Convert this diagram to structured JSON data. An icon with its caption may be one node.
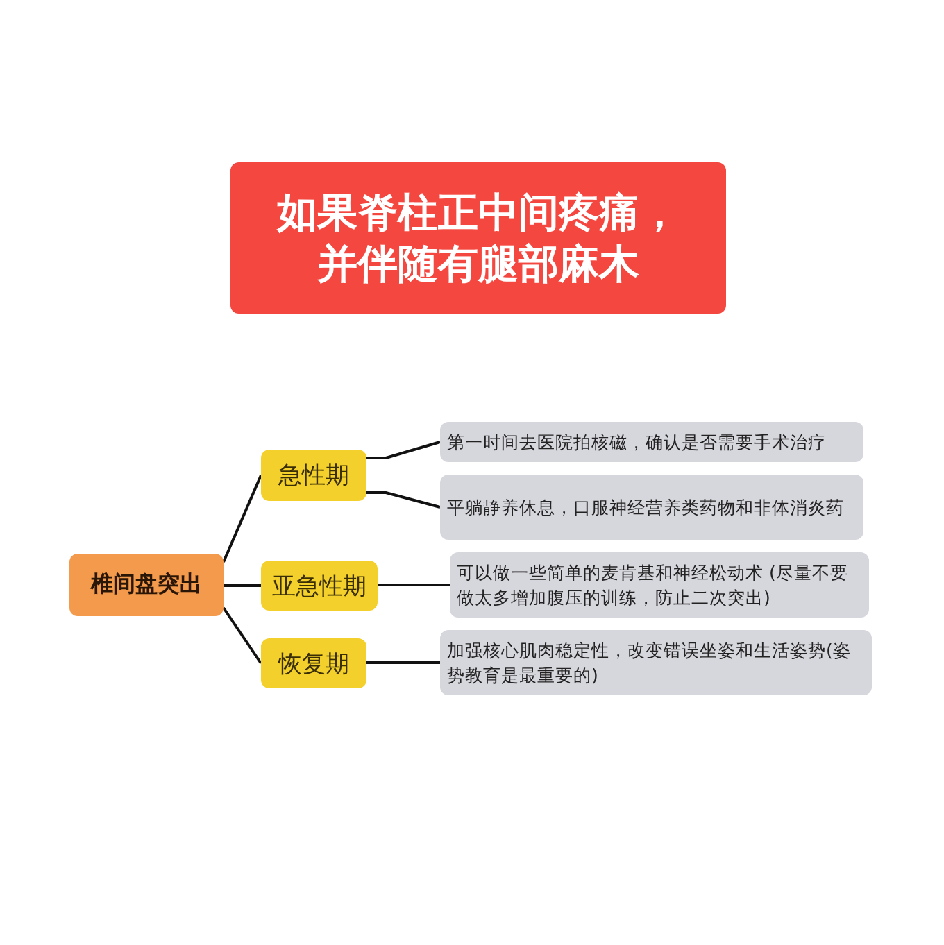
{
  "diagram": {
    "nodes": [
      {
        "text": [
          "如果脊柱正中间疼痛，并伴随有腿部麻木"
        ]
      },
      {
        "text": [
          "椎间盘突出"
        ]
      },
      {
        "text": [
          "急性期"
        ]
      },
      {
        "text": [
          "亚急性期"
        ]
      },
      {
        "text": [
          "恢复期"
        ]
      },
      {
        "text": [
          "第一时间去医院拍核磁，确认是否需要手术治疗"
        ]
      },
      {
        "text": [
          "平躺静养休息，口服神经营养类药物和非体消炎药"
        ]
      },
      {
        "text": [
          "可以做一些简单的麦肯基和神经松动术 (尽量不要做太多增加腹压的训练，防止二次突出)"
        ]
      },
      {
        "text": [
          "加强核心肌肉稳定性，改变错误坐姿和生活姿势(姿势教育是最重要的)"
        ]
      }
    ],
    "edges": [
      {
        "from": 1,
        "to": 2,
        "arrow": "none"
      },
      {
        "from": 1,
        "to": 3,
        "arrow": "none"
      },
      {
        "from": 1,
        "to": 4,
        "arrow": "none"
      },
      {
        "from": 2,
        "to": 5,
        "arrow": "none"
      },
      {
        "from": 2,
        "to": 6,
        "arrow": "none"
      },
      {
        "from": 3,
        "to": 7,
        "arrow": "none"
      },
      {
        "from": 4,
        "to": 8,
        "arrow": "none"
      }
    ]
  }
}
